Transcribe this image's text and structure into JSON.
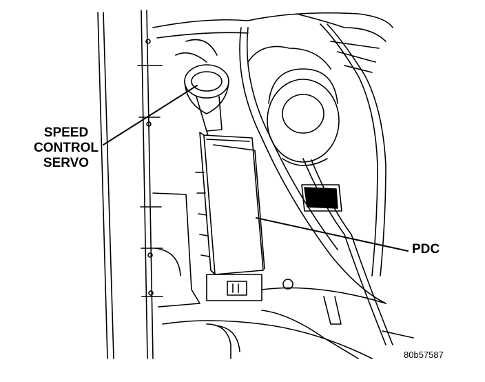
{
  "labels": {
    "speed_control_servo": [
      "SPEED",
      "CONTROL",
      "SERVO"
    ],
    "pdc": "PDC"
  },
  "figure_id": "80b57587",
  "colors": {
    "ink": "#000000",
    "paper": "#ffffff"
  }
}
